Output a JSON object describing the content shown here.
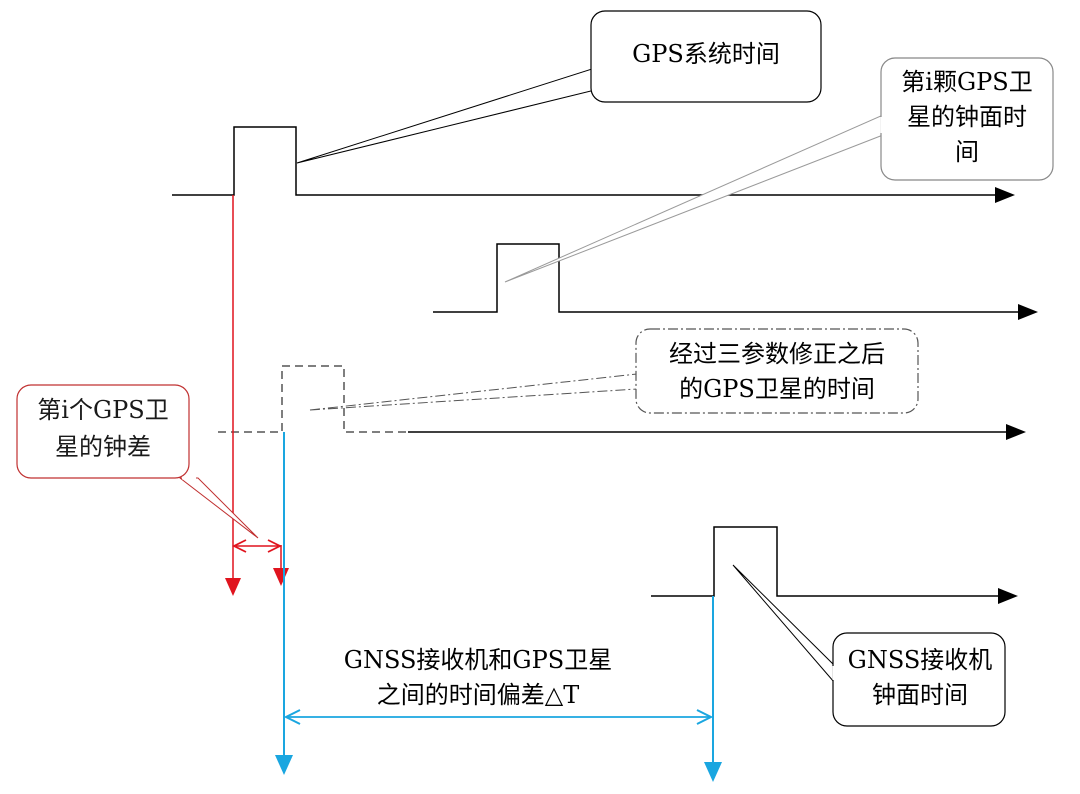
{
  "diagram": {
    "title": "",
    "labels": {
      "gps_system_time": "GPS系统时间",
      "sat_clock_time": [
        "第i颗GPS卫",
        "星的钟面时",
        "间"
      ],
      "corrected_sat_time": [
        "经过三参数修正之后",
        "的GPS卫星的时间"
      ],
      "sat_clock_error": [
        "第i个GPS卫",
        "星的钟差"
      ],
      "time_offset": [
        "GNSS接收机和GPS卫星",
        "之间的时间偏差△T"
      ],
      "receiver_clock_time": [
        "GNSS接收机",
        "钟面时间"
      ]
    },
    "colors": {
      "line": "#000000",
      "dashed": "#555555",
      "red": "#e0141e",
      "blue": "#1aa6e0",
      "box_border": "#666666",
      "red_box_border": "#c03030",
      "pointer": "#9a9a9a"
    }
  }
}
